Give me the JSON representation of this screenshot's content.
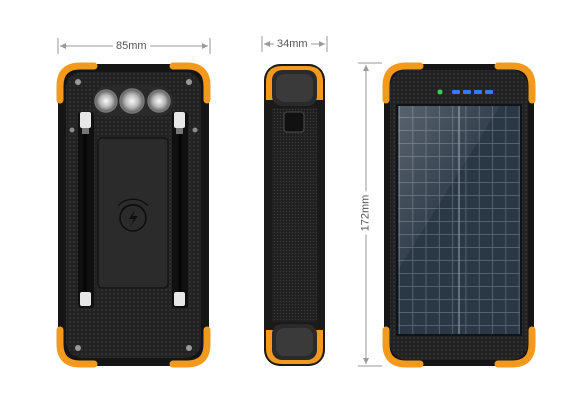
{
  "dimensions": {
    "width_label": "85mm",
    "depth_label": "34mm",
    "height_label": "172mm"
  },
  "colors": {
    "background": "#ffffff",
    "body": "#1e1e1e",
    "accent_orange": "#f39a1e",
    "solar_panel": "#25323f",
    "indicator_led_blue": "#2f7dff",
    "indicator_led_green": "#3ad14a",
    "dimension_line": "#9a9a9a"
  },
  "views": [
    {
      "name": "back-view",
      "features": [
        "flashlight-leds",
        "lightning-cable",
        "usb-c-cable",
        "wireless-charging-pad",
        "micro-usb-cable"
      ]
    },
    {
      "name": "side-view",
      "features": [
        "side-button",
        "textured-grip"
      ]
    },
    {
      "name": "front-view",
      "features": [
        "solar-panel",
        "battery-indicator-leds"
      ]
    }
  ]
}
